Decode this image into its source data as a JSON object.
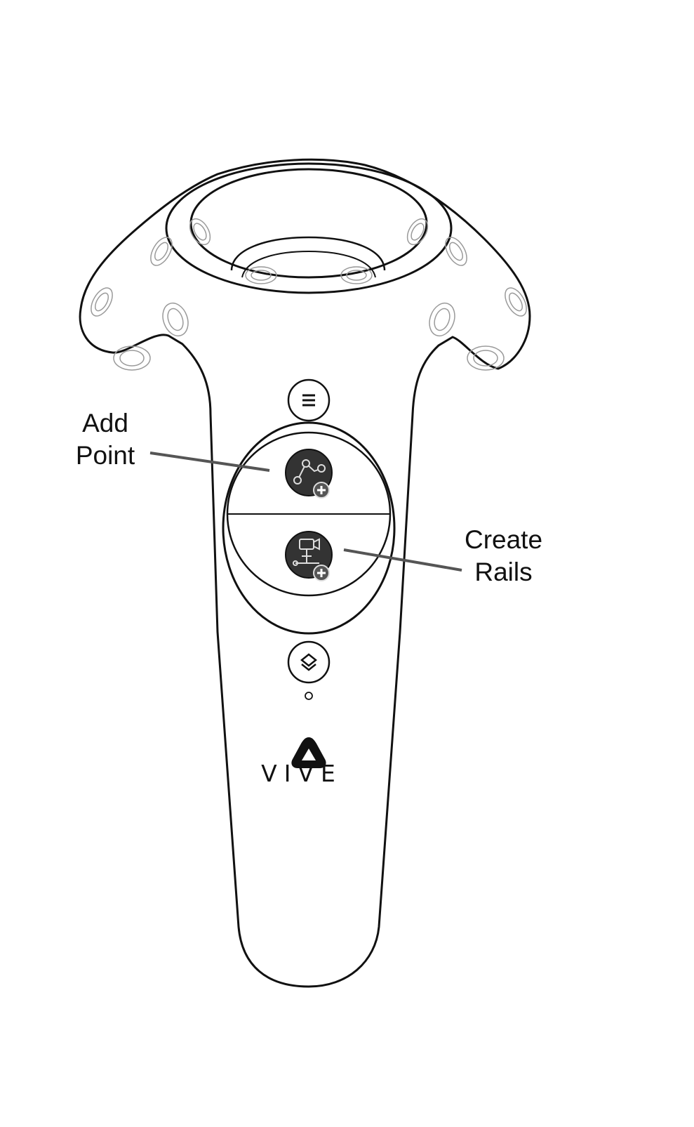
{
  "annotations": {
    "add_point": {
      "line1": "Add",
      "line2": "Point"
    },
    "create_rails": {
      "line1": "Create",
      "line2": "Rails"
    }
  },
  "controller": {
    "brand_text": "VIVE",
    "logo": "vive-logo-icon",
    "menu_button_icon": "menu-icon",
    "system_button_icon": "layers-icon",
    "trackpad_top_icon": "add-point-icon",
    "trackpad_bottom_icon": "create-rails-icon"
  },
  "colors": {
    "outline": "#111111",
    "sensor": "#9a9a9a",
    "icon_fill": "#333333",
    "leader_line": "#555555"
  }
}
